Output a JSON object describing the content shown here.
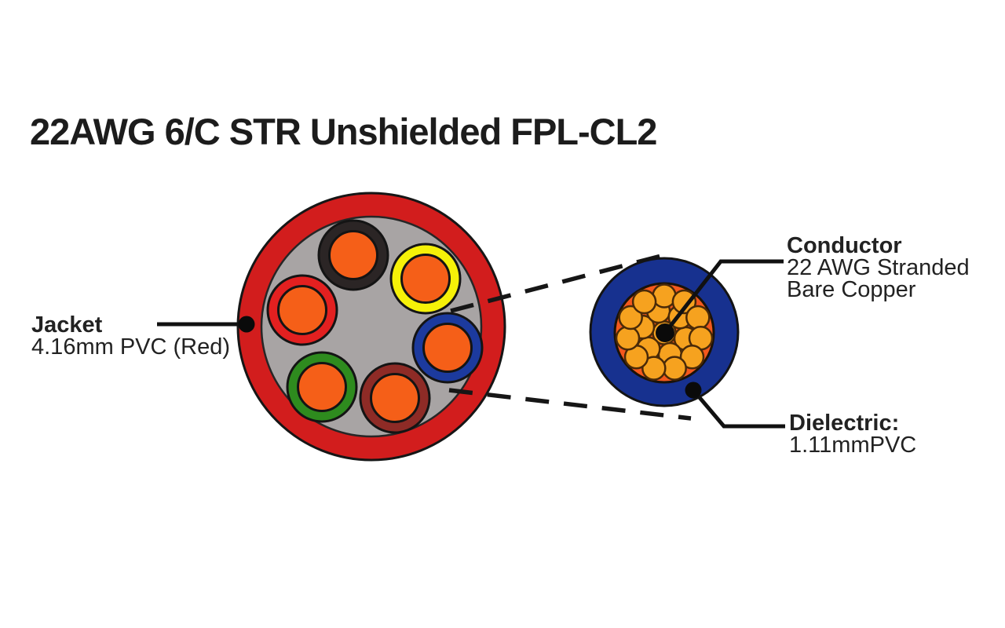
{
  "title": "22AWG 6/C STR Unshielded FPL-CL2",
  "labels": {
    "jacket": {
      "title": "Jacket",
      "desc": "4.16mm PVC (Red)"
    },
    "conductor": {
      "title": "Conductor",
      "desc_line1": "22 AWG Stranded",
      "desc_line2": "Bare Copper"
    },
    "dielectric": {
      "title": "Dielectric:",
      "desc": "1.11mmPVC"
    }
  },
  "colors": {
    "jacket_red": "#d21d1d",
    "filler_gray": "#a8a4a4",
    "copper_orange": "#f55f18",
    "insulation_black": "#2b2525",
    "insulation_yellow": "#f6f108",
    "insulation_red": "#e32020",
    "insulation_blue": "#1c3a9e",
    "insulation_green": "#2e8b1e",
    "insulation_brown": "#8e2b26",
    "zoom_dielectric_blue": "#17318f",
    "zoom_conductor_orange": "#f4581d",
    "strand_orange": "#f6a21f",
    "text_black": "#1f1f1f"
  },
  "structure": {
    "conductor_count": 6,
    "insulation_color_order": [
      "Black",
      "Yellow",
      "Red",
      "Blue",
      "Green",
      "Brown"
    ],
    "visible_strand_count": 18
  }
}
